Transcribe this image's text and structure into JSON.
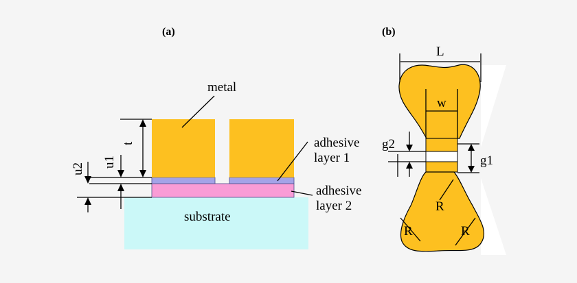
{
  "panels": {
    "a": "(a)",
    "b": "(b)"
  },
  "panel_a": {
    "metal": "metal",
    "t": "t",
    "u1": "u1",
    "u2": "u2",
    "adhesive1_line1": "adhesive",
    "adhesive1_line2": "layer 1",
    "adhesive2_line1": "adhesive",
    "adhesive2_line2": "layer 2",
    "substrate": "substrate"
  },
  "panel_b": {
    "L": "L",
    "w": "w",
    "g1": "g1",
    "g2": "g2",
    "R_top": "R",
    "R_left": "R",
    "R_right": "R"
  },
  "colors": {
    "background": "#f5f5f5",
    "metal": "#fdc020",
    "adhesive1": "#a3a3e8",
    "adhesive2": "#f99cd6",
    "substrate": "#cbf8f8"
  }
}
